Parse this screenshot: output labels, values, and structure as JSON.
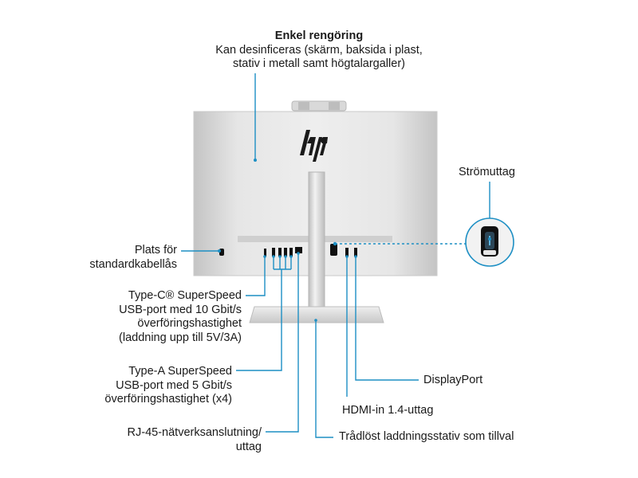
{
  "colors": {
    "callout": "#1d8fc4",
    "text": "#1a1a1a",
    "panel": "#d6d6d6",
    "port": "#111111"
  },
  "labels": {
    "cleaning_title": "Enkel rengöring",
    "cleaning_line1": "Kan desinficeras (skärm, baksida i plast,",
    "cleaning_line2": "stativ i metall samt högtalargaller)",
    "power": "Strömuttag",
    "lock_line1": "Plats för",
    "lock_line2": "standardkabellås",
    "typec_line1": "Type-C® SuperSpeed",
    "typec_line2": "USB-port med 10 Gbit/s",
    "typec_line3": "överföringshastighet",
    "typec_line4": "(laddning upp till 5V/3A)",
    "typea_line1": "Type-A SuperSpeed",
    "typea_line2": "USB-port med 5 Gbit/s",
    "typea_line3": "överföringshastighet (x4)",
    "rj45_line1": "RJ-45-nätverksanslutning/",
    "rj45_line2": "uttag",
    "displayport": "DisplayPort",
    "hdmi": "HDMI-in 1.4-uttag",
    "wireless": "Trådlöst laddningsstativ som tillval"
  },
  "logo": "hp"
}
